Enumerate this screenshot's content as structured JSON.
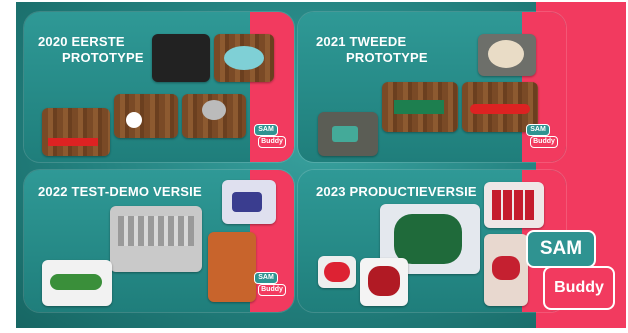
{
  "panels": {
    "p2020": {
      "title_line1": "2020 EERSTE",
      "title_line2": "PROTOTYPE"
    },
    "p2021": {
      "title_line1": "2021 TWEEDE",
      "title_line2": "PROTOTYPE"
    },
    "p2022": {
      "title": "2022 TEST-DEMO VERSIE"
    },
    "p2023": {
      "title": "2023 PRODUCTIEVERSIE"
    }
  },
  "logo": {
    "sam": "SAM",
    "buddy": "Buddy"
  },
  "colors": {
    "teal": "#2f9996",
    "pink": "#f23a5f",
    "white": "#ffffff"
  }
}
